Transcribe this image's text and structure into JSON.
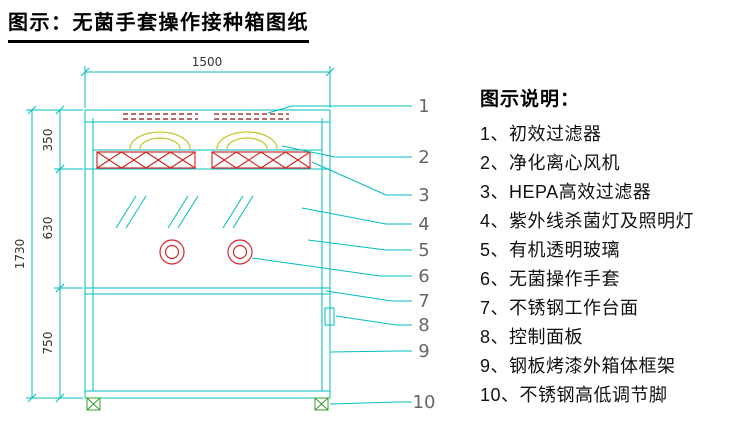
{
  "header": {
    "title": "图示：无菌手套操作接种箱图纸"
  },
  "drawing": {
    "dims": {
      "width": "1500",
      "top_section": "350",
      "middle_section": "630",
      "bottom_section": "750",
      "total_height": "1730"
    },
    "callouts": [
      "1",
      "2",
      "3",
      "4",
      "5",
      "6",
      "7",
      "8",
      "9",
      "10"
    ]
  },
  "legend": {
    "title": "图示说明：",
    "items": [
      "1、初效过滤器",
      "2、净化离心风机",
      "3、HEPA高效过滤器",
      "4、紫外线杀菌灯及照明灯",
      "5、有机透明玻璃",
      "6、无菌操作手套",
      "7、不锈钢工作台面",
      "8、控制面板",
      "9、钢板烤漆外箱体框架",
      "10、不锈钢高低调节脚"
    ]
  },
  "colors": {
    "line": "#00bdbd",
    "red": "#d42a2a",
    "dark_red": "#9a3b3b",
    "yellow": "#c6c62e",
    "foot_green": "#33a02c",
    "callout_gray": "#666666"
  }
}
